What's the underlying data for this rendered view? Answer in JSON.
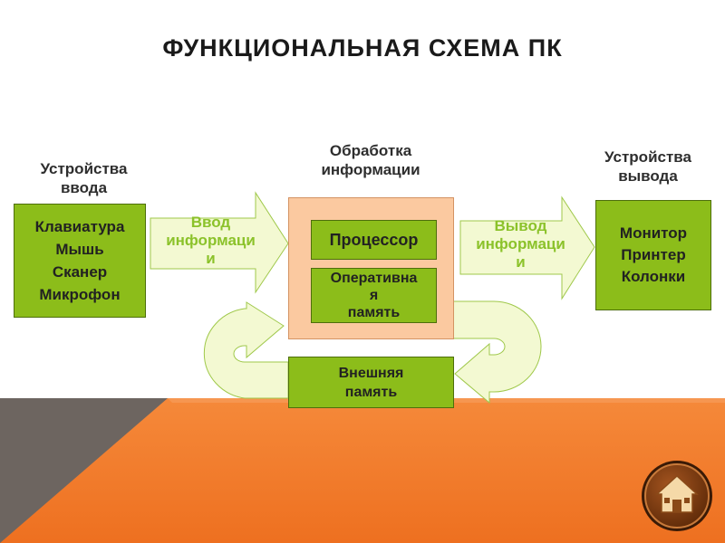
{
  "title": "ФУНКЦИОНАЛЬНАЯ СХЕМА ПК",
  "input_devices": {
    "heading": "Устройства\nввода",
    "items": "Клавиатура\nМышь\nСканер\nМикрофон"
  },
  "input_arrow_label": "Ввод\nинформаци\nи",
  "processing": {
    "heading": "Обработка\nинформации",
    "processor": "Процессор",
    "ram": "Оперативна\nя\nпамять"
  },
  "output_arrow_label": "Вывод\nинформаци\nи",
  "output_devices": {
    "heading": "Устройства\nвывода",
    "items": "Монитор\nПринтер\nКолонки"
  },
  "external_memory": "Внешняя\nпамять",
  "colors": {
    "box_green": "#8cbd1a",
    "processing_peach": "#fbc9a0",
    "arrow_fill": "#f3f9d2",
    "accent_orange": "#f07a22",
    "home_brown": "#7a3a10"
  },
  "home_button": {
    "icon": "house-icon"
  }
}
